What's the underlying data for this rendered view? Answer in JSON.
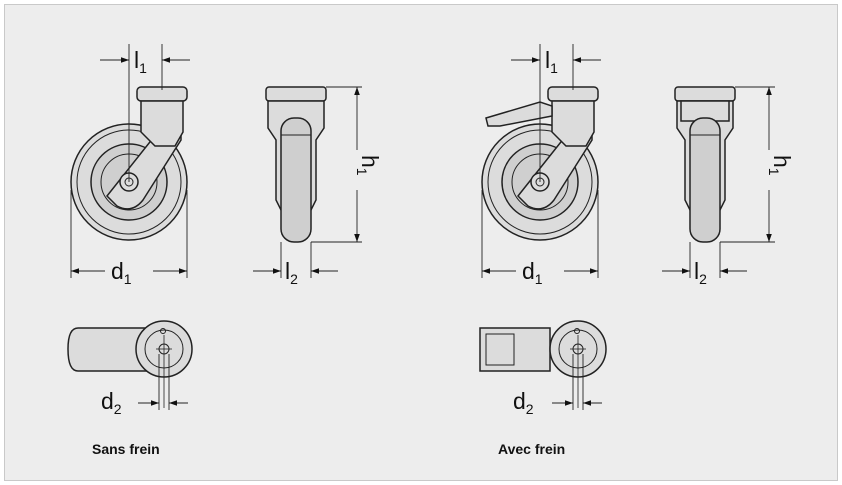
{
  "labels": {
    "l1": "l",
    "l1_sub": "1",
    "l2": "l",
    "l2_sub": "2",
    "h1": "h",
    "h1_sub": "1",
    "d1": "d",
    "d1_sub": "1",
    "d2": "d",
    "d2_sub": "2"
  },
  "captions": {
    "without_brake": "Sans frein",
    "with_brake": "Avec frein"
  },
  "colors": {
    "background": "#ededed",
    "line": "#222222",
    "fill": "#dcdcdc"
  }
}
